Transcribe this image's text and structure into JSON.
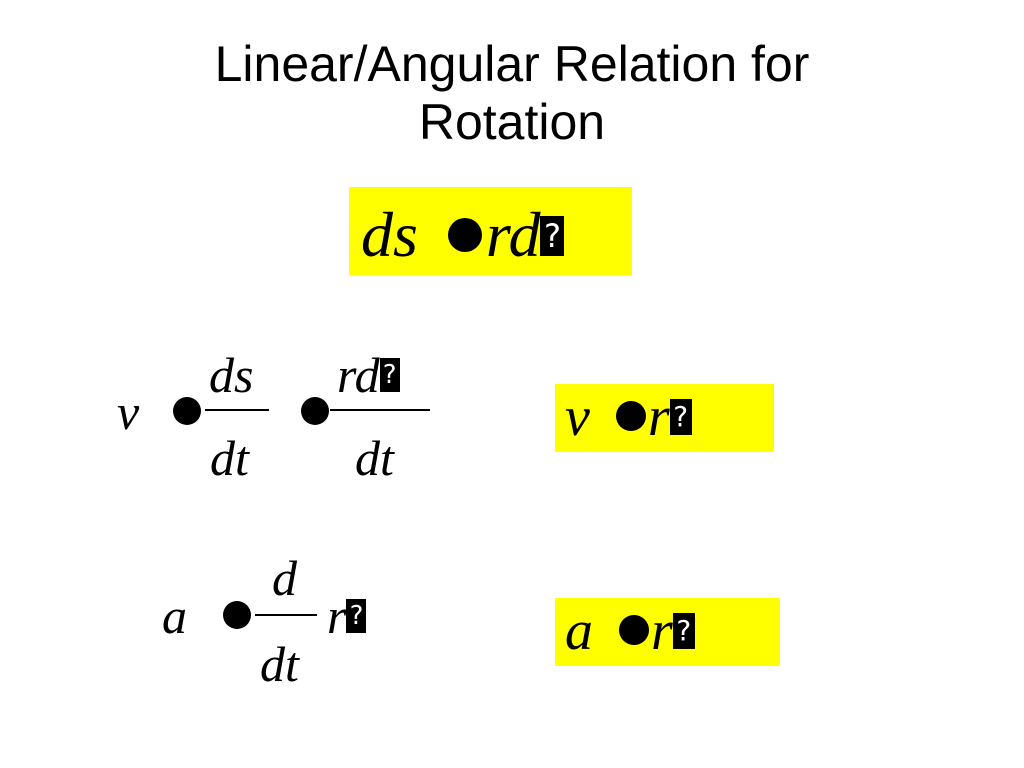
{
  "slide": {
    "title_line1": "Linear/Angular Relation for",
    "title_line2": "Rotation"
  },
  "eq_top": {
    "lhs": "ds",
    "rhs": "rd",
    "unknown_glyph": "?"
  },
  "eq_v_derivation": {
    "lhs": "v",
    "frac1_num": "ds",
    "frac1_den": "dt",
    "frac2_num": "rd",
    "frac2_den": "dt",
    "unknown_glyph": "?"
  },
  "eq_v_result": {
    "lhs": "v",
    "rhs": "r",
    "unknown_glyph": "?"
  },
  "eq_a_derivation": {
    "lhs": "a",
    "frac_num": "d",
    "frac_den": "dt",
    "tail": "r",
    "unknown_glyph": "?"
  },
  "eq_a_result": {
    "lhs": "a",
    "rhs": "r",
    "unknown_glyph": "?"
  },
  "colors": {
    "highlight": "#ffff00",
    "text": "#000000",
    "background": "#ffffff"
  }
}
